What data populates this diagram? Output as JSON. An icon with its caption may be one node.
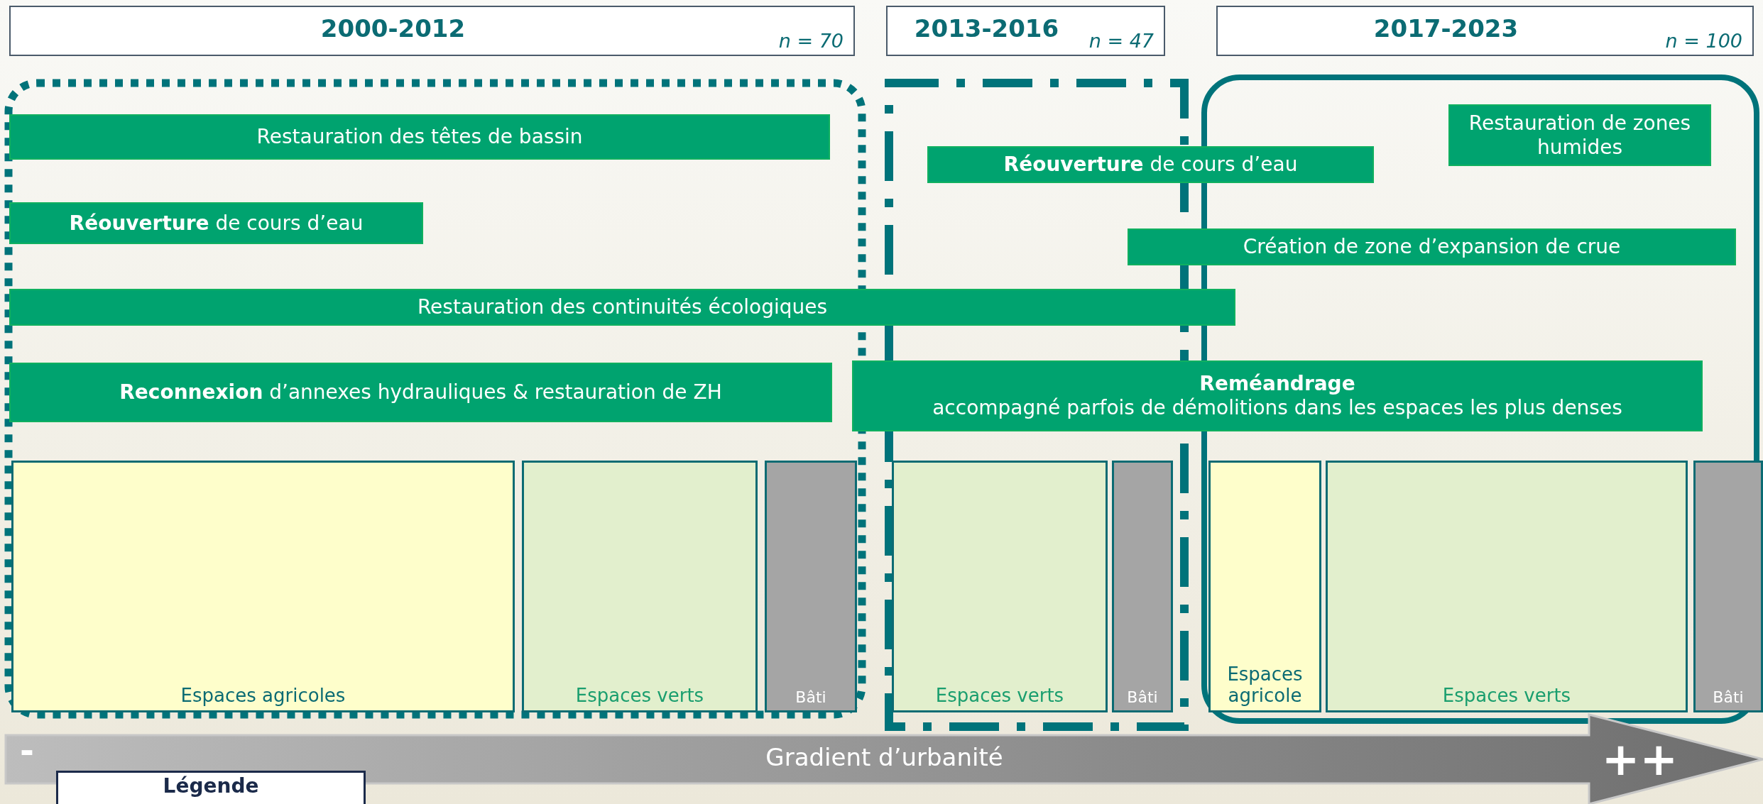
{
  "diagram": {
    "nodes": [
      {
        "text": [
          "2000-2012",
          "n = 70"
        ]
      },
      {
        "text": [
          "2013-2016",
          "n = 47"
        ]
      },
      {
        "text": [
          "2017-2023",
          "n = 100"
        ]
      },
      {
        "text": [],
        "shape": "box"
      },
      {
        "text": [],
        "shape": "box"
      },
      {
        "text": [],
        "shape": "box"
      },
      {
        "text": [
          "Restauration des têtes de bassin"
        ],
        "in": 3
      },
      {
        "text": [
          "**Réouverture** de cours d’eau"
        ],
        "in": 3
      },
      {
        "text": [
          "Restauration des continuités écologiques"
        ]
      },
      {
        "text": [
          "**Reconnexion** d’annexes hydrauliques & restauration de ZH"
        ],
        "in": 3
      },
      {
        "text": [
          "**Réouverture** de cours d’eau"
        ]
      },
      {
        "text": [
          "Restauration de zones humides"
        ],
        "in": 5
      },
      {
        "text": [
          "Création de zone d’expansion de crue"
        ]
      },
      {
        "text": [
          "Reméandrage",
          "accompagné parfois de démolitions dans les espaces les plus denses"
        ]
      },
      {
        "text": [
          "Espaces agricoles"
        ],
        "in": 3
      },
      {
        "text": [
          "Espaces verts"
        ],
        "in": 3
      },
      {
        "text": [
          "Bâti"
        ],
        "in": 3
      },
      {
        "text": [
          "Espaces verts"
        ],
        "in": 4
      },
      {
        "text": [
          "Bâti"
        ],
        "in": 4
      },
      {
        "text": [
          "Espaces agricole"
        ],
        "in": 5
      },
      {
        "text": [
          "Espaces verts"
        ],
        "in": 5
      },
      {
        "text": [
          "Bâti"
        ],
        "in": 5
      },
      {
        "text": [
          "-",
          "Gradient d’urbanité",
          "++"
        ]
      },
      {
        "text": [
          "Légende"
        ]
      }
    ]
  }
}
